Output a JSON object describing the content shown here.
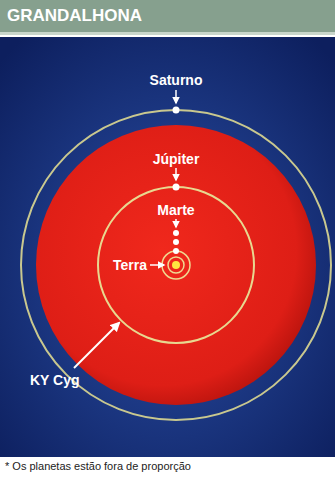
{
  "diagram": {
    "title": "GRANDALHONA",
    "caption": "* Os planetas estão fora de proporção",
    "labels": [
      "Saturno",
      "Júpiter",
      "Marte",
      "Terra",
      "KY Cyg"
    ]
  }
}
